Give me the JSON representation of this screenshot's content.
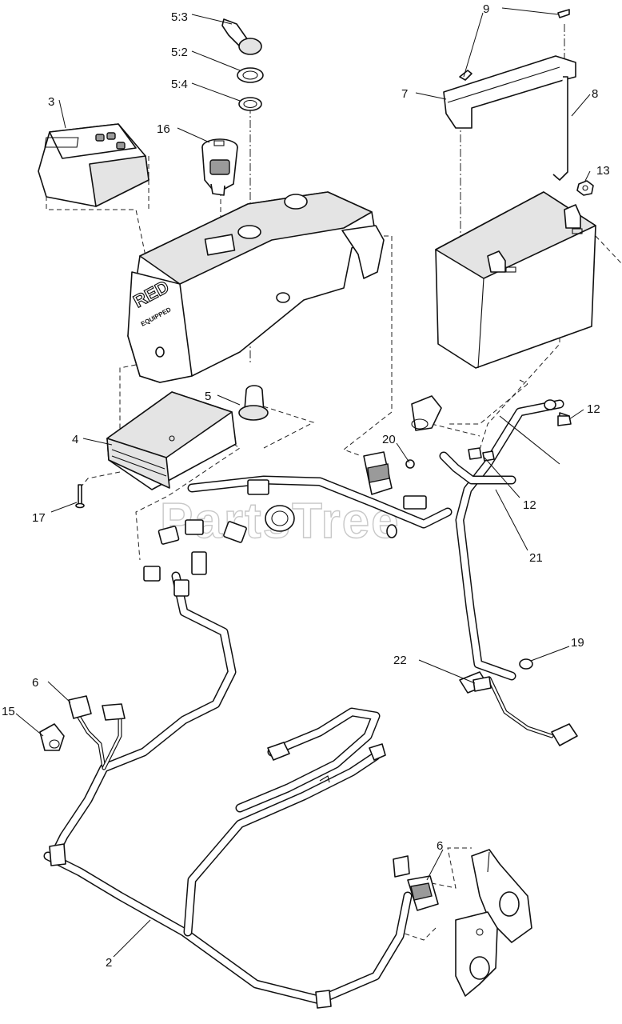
{
  "watermark": "PartsTree",
  "callouts": [
    {
      "id": "c-5-3",
      "label": "5:3"
    },
    {
      "id": "c-5-2",
      "label": "5:2"
    },
    {
      "id": "c-5-4",
      "label": "5:4"
    },
    {
      "id": "c-3",
      "label": "3"
    },
    {
      "id": "c-16",
      "label": "16"
    },
    {
      "id": "c-9",
      "label": "9"
    },
    {
      "id": "c-7",
      "label": "7"
    },
    {
      "id": "c-8",
      "label": "8"
    },
    {
      "id": "c-13",
      "label": "13"
    },
    {
      "id": "c-5",
      "label": "5"
    },
    {
      "id": "c-4",
      "label": "4"
    },
    {
      "id": "c-17",
      "label": "17"
    },
    {
      "id": "c-20",
      "label": "20"
    },
    {
      "id": "c-12a",
      "label": "12"
    },
    {
      "id": "c-12b",
      "label": "12"
    },
    {
      "id": "c-21",
      "label": "21"
    },
    {
      "id": "c-19",
      "label": "19"
    },
    {
      "id": "c-22",
      "label": "22"
    },
    {
      "id": "c-6a",
      "label": "6"
    },
    {
      "id": "c-15",
      "label": "15"
    },
    {
      "id": "c-6b",
      "label": "6"
    },
    {
      "id": "c-2",
      "label": "2"
    }
  ],
  "panel_logo": {
    "brand": "RED",
    "sub": "EQUIPPED"
  }
}
